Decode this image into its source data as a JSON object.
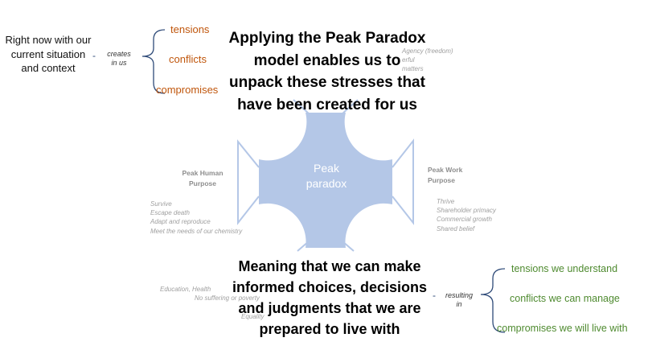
{
  "context_text": "Right now with our\ncurrent situation\nand context",
  "connector_dash": "-",
  "creates_label": "creates\nin us",
  "top_outcomes": [
    "tensions",
    "conflicts",
    "compromises"
  ],
  "headline_top": "Applying the Peak Paradox\nmodel enables us to\nunpack these stresses that\nhave been created for us",
  "center_label": "Peak\nparadox",
  "left_purpose": {
    "title": "Peak Human\nPurpose",
    "items": "Survive\nEscape death\nAdapt and reproduce\nMeet the needs of our chemistry"
  },
  "right_purpose": {
    "title": "Peak Work\nPurpose",
    "items": "Thrive\nShareholder primacy\nCommercial growth\nShared belief"
  },
  "top_purpose_partial": "Agency (freedom)\nerful\nmatters",
  "bottom_purpose_partial": {
    "line1": "Education, Health",
    "line2": "No suffering or poverty",
    "line3": "Equality"
  },
  "headline_bottom": "Meaning that we can make\ninformed choices, decisions\nand judgments that we are\nprepared to live with",
  "resulting_label": "resulting\nin",
  "bottom_outcomes": [
    "tensions we understand",
    "conflicts we can manage",
    "compromises we will live with"
  ],
  "colors": {
    "shape_fill": "#b4c7e7",
    "shape_outline": "#b4c7e7",
    "brace": "#2e4a78",
    "top_outcome_text": "#c0560c",
    "bottom_outcome_text": "#4e8a2f"
  }
}
